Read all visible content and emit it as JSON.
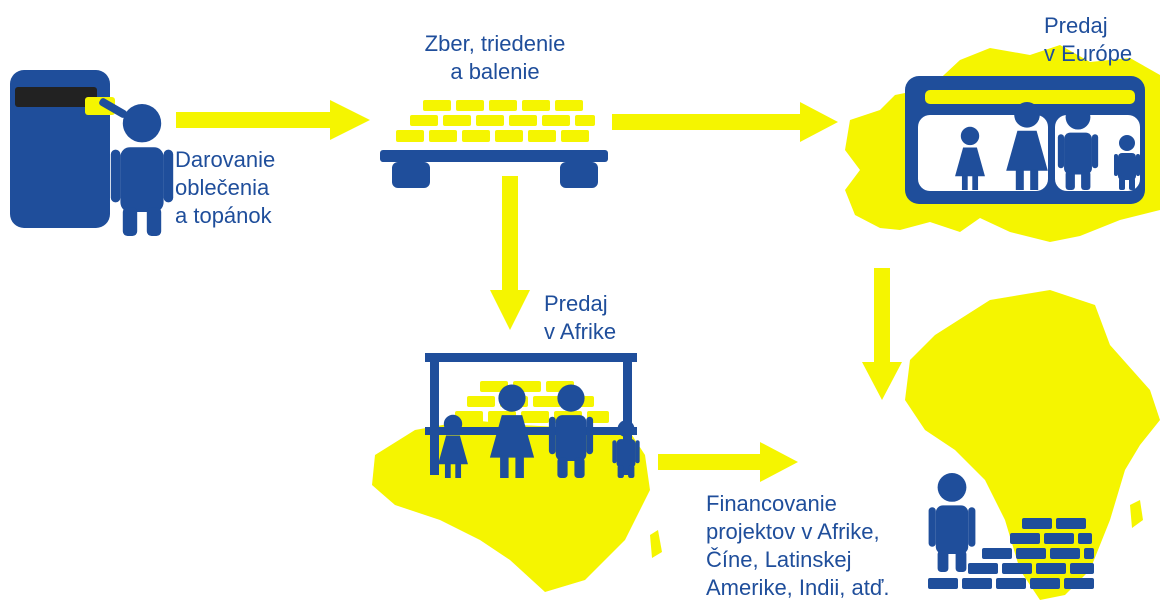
{
  "colors": {
    "primary_blue": "#1f4e9b",
    "accent_yellow": "#f5f500",
    "background": "#ffffff",
    "dark_slot": "#222222"
  },
  "steps": {
    "donation": {
      "lines": [
        "Darovanie",
        "oblečenia",
        "a topánok"
      ]
    },
    "sorting": {
      "lines": [
        "Zber, triedenie",
        "a balenie"
      ]
    },
    "sale_europe": {
      "lines": [
        "Predaj",
        "v Európe"
      ]
    },
    "sale_africa": {
      "lines": [
        "Predaj",
        "v Afrike"
      ]
    },
    "financing": {
      "lines": [
        "Financovanie",
        "projektov v Afrike,",
        "Číne, Latinskej",
        "Amerike, Indii, atď."
      ]
    }
  }
}
